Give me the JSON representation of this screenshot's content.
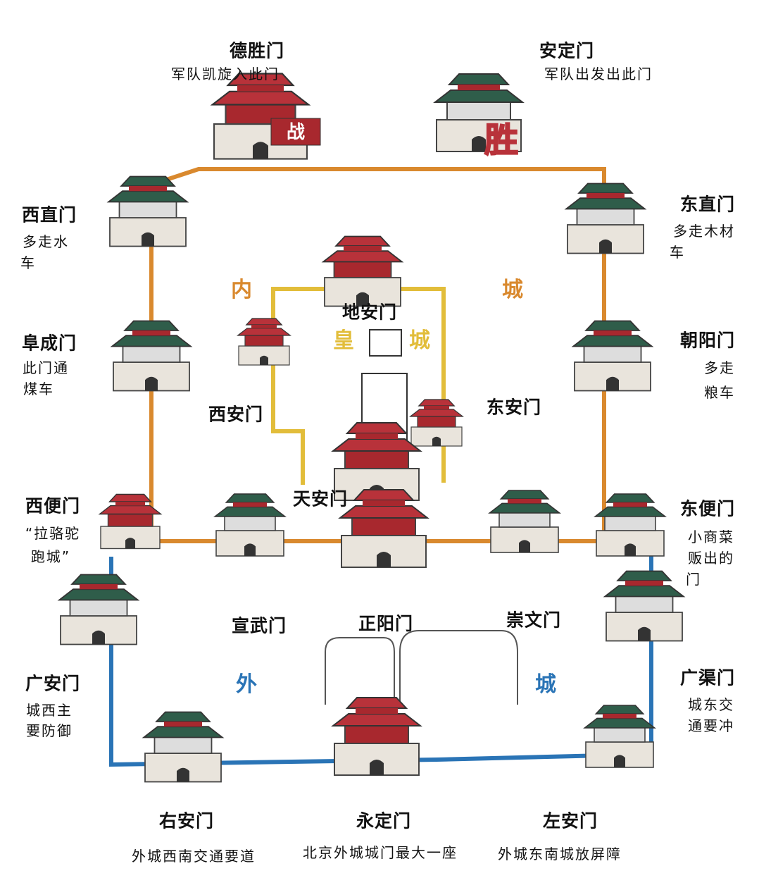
{
  "title_zones": {
    "inner_left": "内",
    "inner_right": "城",
    "imperial_left": "皇",
    "imperial_right": "城",
    "outer_left": "外",
    "outer_right": "城"
  },
  "colors": {
    "inner_city_wall": "#d9892e",
    "imperial_city_wall": "#e2bd3a",
    "outer_city_wall": "#2a74b6",
    "roof_red": "#b8323a",
    "roof_green": "#2f5d4a"
  },
  "gates": {
    "deshengmen": {
      "name": "德胜门",
      "note": "军队凯旋入此门",
      "sign": "战"
    },
    "andingmen": {
      "name": "安定门",
      "note": "军队出发出此门",
      "sign": "胜"
    },
    "xizhimen": {
      "name": "西直门",
      "note_lines": [
        "多走水",
        "车"
      ]
    },
    "dongzhimen": {
      "name": "东直门",
      "note_lines": [
        "多走木材",
        "车"
      ]
    },
    "fuchengmen": {
      "name": "阜成门",
      "note_lines": [
        "此门通",
        "煤车"
      ]
    },
    "chaoyangmen": {
      "name": "朝阳门",
      "note_lines": [
        "多走",
        "粮车"
      ]
    },
    "dianmen": {
      "name": "地安门"
    },
    "xianmen": {
      "name": "西安门"
    },
    "donganmen": {
      "name": "东安门"
    },
    "tiananmen": {
      "name": "天安门"
    },
    "xibianmen": {
      "name": "西便门",
      "note_lines": [
        "“拉骆驼",
        "跑城”"
      ]
    },
    "dongbianmen": {
      "name": "东便门",
      "note_lines": [
        "小商菜",
        "贩出的",
        "门"
      ]
    },
    "xuanwumen": {
      "name": "宣武门"
    },
    "zhengyangmen": {
      "name": "正阳门"
    },
    "chongwenmen": {
      "name": "崇文门"
    },
    "guanganmen": {
      "name": "广安门",
      "note_lines": [
        "城西主",
        "要防御"
      ]
    },
    "guangqumen": {
      "name": "广渠门",
      "note_lines": [
        "城东交",
        "通要冲"
      ]
    },
    "youanmen": {
      "name": "右安门",
      "note": "外城西南交通要道"
    },
    "yongdingmen": {
      "name": "永定门",
      "note": "北京外城城门最大一座"
    },
    "zuoanmen": {
      "name": "左安门",
      "note": "外城东南城放屏障"
    }
  }
}
